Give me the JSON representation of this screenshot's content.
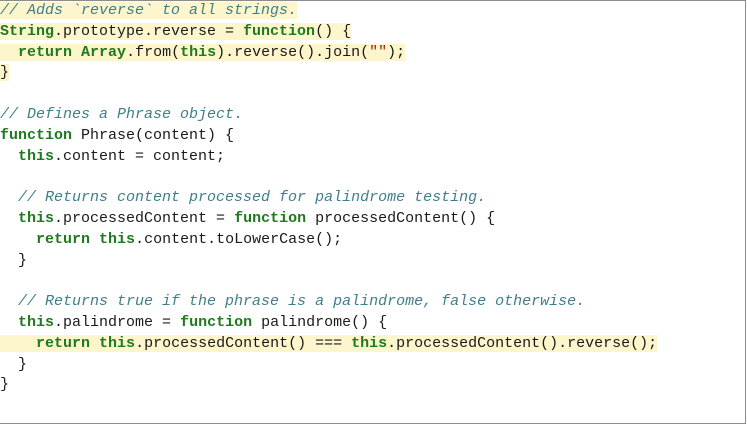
{
  "lines": [
    {
      "hl": true,
      "tokens": [
        {
          "t": "cm",
          "v": "// Adds `reverse` to all strings."
        }
      ]
    },
    {
      "hl": true,
      "tokens": [
        {
          "t": "kw",
          "v": "String"
        },
        {
          "t": "pl",
          "v": ".prototype.reverse = "
        },
        {
          "t": "kw",
          "v": "function"
        },
        {
          "t": "pl",
          "v": "() {"
        }
      ]
    },
    {
      "hl": true,
      "tokens": [
        {
          "t": "pl",
          "v": "  "
        },
        {
          "t": "kw",
          "v": "return"
        },
        {
          "t": "pl",
          "v": " "
        },
        {
          "t": "kw",
          "v": "Array"
        },
        {
          "t": "pl",
          "v": ".from("
        },
        {
          "t": "kw",
          "v": "this"
        },
        {
          "t": "pl",
          "v": ").reverse().join("
        },
        {
          "t": "st",
          "v": "\"\""
        },
        {
          "t": "pl",
          "v": ");"
        }
      ]
    },
    {
      "hl": true,
      "tokens": [
        {
          "t": "pl",
          "v": "}"
        }
      ]
    },
    {
      "hl": false,
      "tokens": [
        {
          "t": "pl",
          "v": ""
        }
      ]
    },
    {
      "hl": false,
      "tokens": [
        {
          "t": "cm",
          "v": "// Defines a Phrase object."
        }
      ]
    },
    {
      "hl": false,
      "tokens": [
        {
          "t": "kw",
          "v": "function"
        },
        {
          "t": "pl",
          "v": " Phrase(content) {"
        }
      ]
    },
    {
      "hl": false,
      "tokens": [
        {
          "t": "pl",
          "v": "  "
        },
        {
          "t": "kw",
          "v": "this"
        },
        {
          "t": "pl",
          "v": ".content = content;"
        }
      ]
    },
    {
      "hl": false,
      "tokens": [
        {
          "t": "pl",
          "v": ""
        }
      ]
    },
    {
      "hl": false,
      "tokens": [
        {
          "t": "pl",
          "v": "  "
        },
        {
          "t": "cm",
          "v": "// Returns content processed for palindrome testing."
        }
      ]
    },
    {
      "hl": false,
      "tokens": [
        {
          "t": "pl",
          "v": "  "
        },
        {
          "t": "kw",
          "v": "this"
        },
        {
          "t": "pl",
          "v": ".processedContent = "
        },
        {
          "t": "kw",
          "v": "function"
        },
        {
          "t": "pl",
          "v": " processedContent() {"
        }
      ]
    },
    {
      "hl": false,
      "tokens": [
        {
          "t": "pl",
          "v": "    "
        },
        {
          "t": "kw",
          "v": "return"
        },
        {
          "t": "pl",
          "v": " "
        },
        {
          "t": "kw",
          "v": "this"
        },
        {
          "t": "pl",
          "v": ".content.toLowerCase();"
        }
      ]
    },
    {
      "hl": false,
      "tokens": [
        {
          "t": "pl",
          "v": "  }"
        }
      ]
    },
    {
      "hl": false,
      "tokens": [
        {
          "t": "pl",
          "v": ""
        }
      ]
    },
    {
      "hl": false,
      "tokens": [
        {
          "t": "pl",
          "v": "  "
        },
        {
          "t": "cm",
          "v": "// Returns true if the phrase is a palindrome, false otherwise."
        }
      ]
    },
    {
      "hl": false,
      "tokens": [
        {
          "t": "pl",
          "v": "  "
        },
        {
          "t": "kw",
          "v": "this"
        },
        {
          "t": "pl",
          "v": ".palindrome = "
        },
        {
          "t": "kw",
          "v": "function"
        },
        {
          "t": "pl",
          "v": " palindrome() {"
        }
      ]
    },
    {
      "hl": true,
      "tokens": [
        {
          "t": "pl",
          "v": "    "
        },
        {
          "t": "kw",
          "v": "return"
        },
        {
          "t": "pl",
          "v": " "
        },
        {
          "t": "kw",
          "v": "this"
        },
        {
          "t": "pl",
          "v": ".processedContent() === "
        },
        {
          "t": "kw",
          "v": "this"
        },
        {
          "t": "pl",
          "v": ".processedContent().reverse();"
        }
      ]
    },
    {
      "hl": false,
      "tokens": [
        {
          "t": "pl",
          "v": "  }"
        }
      ]
    },
    {
      "hl": false,
      "tokens": [
        {
          "t": "pl",
          "v": "}"
        }
      ]
    }
  ],
  "colors": {
    "keyword": "#1f7a1f",
    "comment": "#3f7f8a",
    "string": "#b51c1c",
    "plain": "#1a1a1a",
    "highlight": "#fdf6cc",
    "border": "#8c8c8c"
  }
}
